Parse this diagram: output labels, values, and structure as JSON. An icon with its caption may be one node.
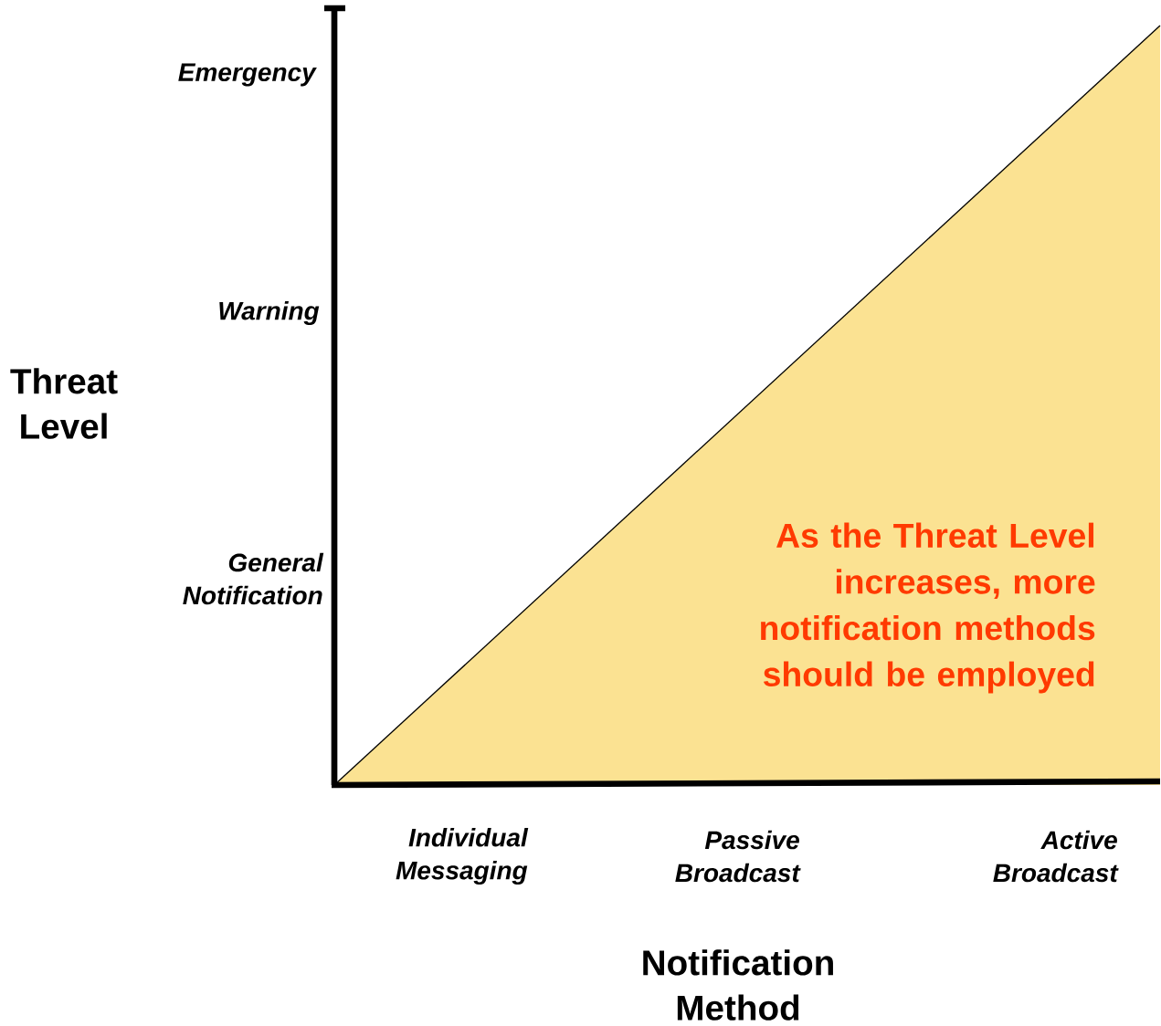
{
  "diagram": {
    "nodes": [
      {
        "text": [
          "As the Threat Level increases, more notification methods should be employed"
        ]
      }
    ],
    "labels": [
      "Emergency",
      "Warning",
      "Threat Level",
      "General Notification",
      "Individual Messaging",
      "Passive Broadcast",
      "Active Broadcast",
      "Notification Method"
    ]
  }
}
